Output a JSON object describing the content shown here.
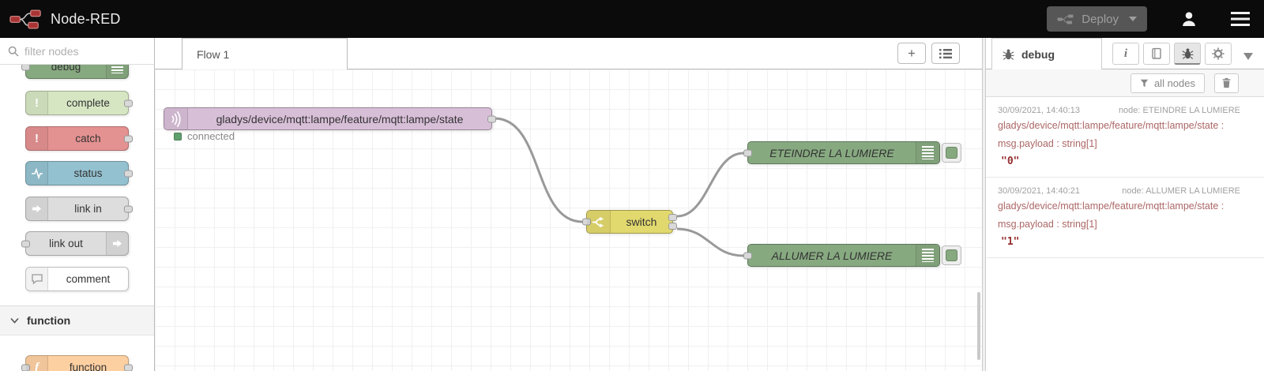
{
  "header": {
    "title": "Node-RED",
    "deploy": "Deploy"
  },
  "palette": {
    "filter_placeholder": "filter nodes",
    "nodes": [
      {
        "label": "debug"
      },
      {
        "label": "complete"
      },
      {
        "label": "catch"
      },
      {
        "label": "status"
      },
      {
        "label": "link in"
      },
      {
        "label": "link out"
      },
      {
        "label": "comment"
      },
      {
        "label": "function"
      }
    ],
    "category": "function"
  },
  "workspace": {
    "tab": "Flow 1",
    "add_tab": "+",
    "mqtt_node": {
      "label": "gladys/device/mqtt:lampe/feature/mqtt:lampe/state",
      "status": "connected"
    },
    "switch_node": {
      "label": "switch"
    },
    "debug_node_off": {
      "label": "ETEINDRE LA LUMIERE"
    },
    "debug_node_on": {
      "label": "ALLUMER LA LUMIERE"
    }
  },
  "debug_panel": {
    "tab": "debug",
    "filter_button": "all nodes",
    "messages": [
      {
        "timestamp": "30/09/2021, 14:40:13",
        "node": "node: ETEINDRE LA LUMIERE",
        "topic": "gladys/device/mqtt:lampe/feature/mqtt:lampe/state :",
        "payload": "msg.payload : string[1]",
        "value": "\"0\""
      },
      {
        "timestamp": "30/09/2021, 14:40:21",
        "node": "node: ALLUMER LA LUMIERE",
        "topic": "gladys/device/mqtt:lampe/feature/mqtt:lampe/state :",
        "payload": "msg.payload : string[1]",
        "value": "\"1\""
      }
    ]
  },
  "colors": {
    "node_debug": "#87a980",
    "node_complete": "#d6e6c3",
    "node_catch": "#e49191",
    "node_status": "#94c1d0",
    "node_link": "#dddddd",
    "node_comment": "#ffffff",
    "node_function": "#fdd0a2",
    "node_mqtt": "#d8bfd8",
    "node_switch": "#e2d96e",
    "status_dot": "#5fa06e",
    "wire": "#999999",
    "debug_text": "#ac6666",
    "debug_value": "#942f2f"
  }
}
